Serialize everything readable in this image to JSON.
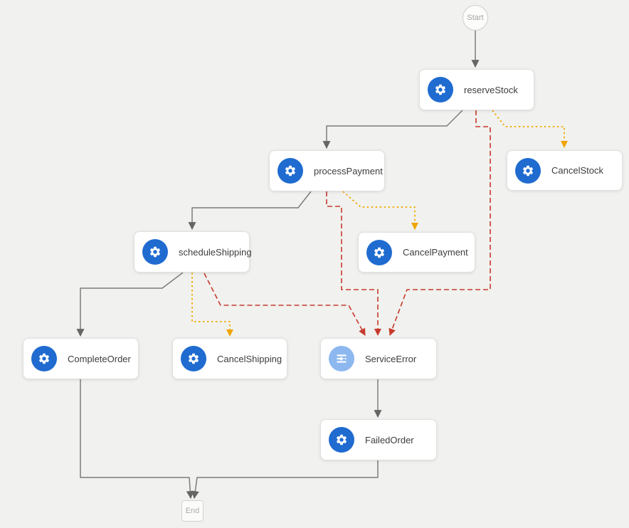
{
  "diagram": {
    "kind": "workflow-saga-canvas",
    "colors": {
      "background": "#f1f1ef",
      "task_icon_blue": "#1f6bd0",
      "service_error_icon_blue": "#8db8ef",
      "normal_edge_gray": "#7c7c7c",
      "error_edge_red": "#c63a2c",
      "compensation_edge_orange": "#f0ab00",
      "node_border": "#e1e1e0",
      "label_text": "#3d3d3d"
    }
  },
  "start": {
    "label": "Start"
  },
  "end": {
    "label": "End"
  },
  "nodes": [
    {
      "id": "reserveStock",
      "label": "reserveStock",
      "icon": "gear-icon"
    },
    {
      "id": "processPayment",
      "label": "processPayment",
      "icon": "gear-icon"
    },
    {
      "id": "CancelStock",
      "label": "CancelStock",
      "icon": "gear-icon"
    },
    {
      "id": "scheduleShipping",
      "label": "scheduleShipping",
      "icon": "gear-icon"
    },
    {
      "id": "CancelPayment",
      "label": "CancelPayment",
      "icon": "gear-icon"
    },
    {
      "id": "CompleteOrder",
      "label": "CompleteOrder",
      "icon": "gear-icon"
    },
    {
      "id": "CancelShipping",
      "label": "CancelShipping",
      "icon": "gear-icon"
    },
    {
      "id": "ServiceError",
      "label": "ServiceError",
      "icon": "pass-state-icon"
    },
    {
      "id": "FailedOrder",
      "label": "FailedOrder",
      "icon": "gear-icon"
    }
  ],
  "edges": [
    {
      "from": "Start",
      "to": "reserveStock",
      "style": "solid-gray"
    },
    {
      "from": "reserveStock",
      "to": "processPayment",
      "style": "solid-gray"
    },
    {
      "from": "reserveStock",
      "to": "CancelStock",
      "style": "dotted-orange"
    },
    {
      "from": "reserveStock",
      "to": "ServiceError",
      "style": "dashed-red"
    },
    {
      "from": "processPayment",
      "to": "scheduleShipping",
      "style": "solid-gray"
    },
    {
      "from": "processPayment",
      "to": "CancelPayment",
      "style": "dotted-orange"
    },
    {
      "from": "processPayment",
      "to": "ServiceError",
      "style": "dashed-red"
    },
    {
      "from": "scheduleShipping",
      "to": "CompleteOrder",
      "style": "solid-gray"
    },
    {
      "from": "scheduleShipping",
      "to": "CancelShipping",
      "style": "dotted-orange"
    },
    {
      "from": "scheduleShipping",
      "to": "ServiceError",
      "style": "dashed-red"
    },
    {
      "from": "ServiceError",
      "to": "FailedOrder",
      "style": "solid-gray"
    },
    {
      "from": "CompleteOrder",
      "to": "End",
      "style": "solid-gray"
    },
    {
      "from": "FailedOrder",
      "to": "End",
      "style": "solid-gray"
    }
  ]
}
